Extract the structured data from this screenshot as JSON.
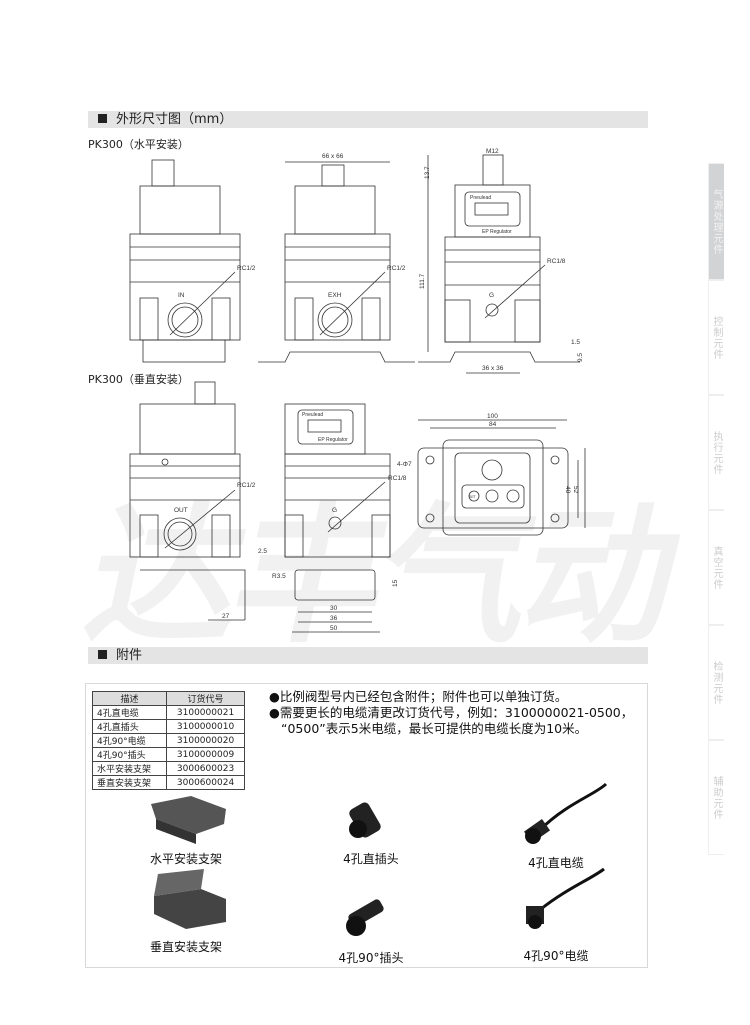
{
  "section1": {
    "title": "外形尺寸图（mm）",
    "sub_horizontal": "PK300（水平安装）",
    "sub_vertical": "PK300（垂直安装）"
  },
  "drawings": {
    "d1": {
      "port": "IN",
      "thread": "RC1/2"
    },
    "d2": {
      "port": "EXH",
      "thread": "RC1/2",
      "width": "66 x 66"
    },
    "d3": {
      "port": "G",
      "thread": "RC1/8",
      "connector": "M12",
      "top_h": "13.7",
      "height": "111.7",
      "plate": "1.5",
      "base_h": "9.5",
      "base": "36 x 36",
      "brand": "Pneulead",
      "model": "EP Regulator"
    },
    "d4": {
      "port": "OUT",
      "thread": "RC1/2",
      "plate": "2.5",
      "depth": "27"
    },
    "d5": {
      "port": "G",
      "thread": "RC1/8",
      "radius": "R3.5",
      "h": "15",
      "w1": "30",
      "w2": "36",
      "w3": "50",
      "brand": "Pneulead",
      "model": "EP Regulator"
    },
    "d6": {
      "w_outer": "100",
      "w_inner": "84",
      "holes": "4-Φ7",
      "h_inner": "40",
      "h_outer": "52",
      "set": "SET"
    }
  },
  "watermark": "达丰气动",
  "section2": {
    "title": "附件"
  },
  "table": {
    "headers": [
      "描述",
      "订货代号"
    ],
    "rows": [
      [
        "4孔直电缆",
        "3100000021"
      ],
      [
        "4孔直插头",
        "3100000010"
      ],
      [
        "4孔90°电缆",
        "3100000020"
      ],
      [
        "4孔90°插头",
        "3100000009"
      ],
      [
        "水平安装支架",
        "3000600023"
      ],
      [
        "垂直安装支架",
        "3000600024"
      ]
    ]
  },
  "notes": [
    "●比例阀型号内已经包含附件；附件也可以单独订货。",
    "●需要更长的电缆清更改订货代号，例如：3100000021-0500，",
    "“0500”表示5米电缆，最长可提供的电缆长度为10米。"
  ],
  "products": [
    "水平安装支架",
    "4孔直插头",
    "4孔直电缆",
    "垂直安装支架",
    "4孔90°插头",
    "4孔90°电缆"
  ],
  "side_tabs": [
    "气源处理元件",
    "控制元件",
    "执行元件",
    "真空元件",
    "检测元件",
    "辅助元件"
  ]
}
